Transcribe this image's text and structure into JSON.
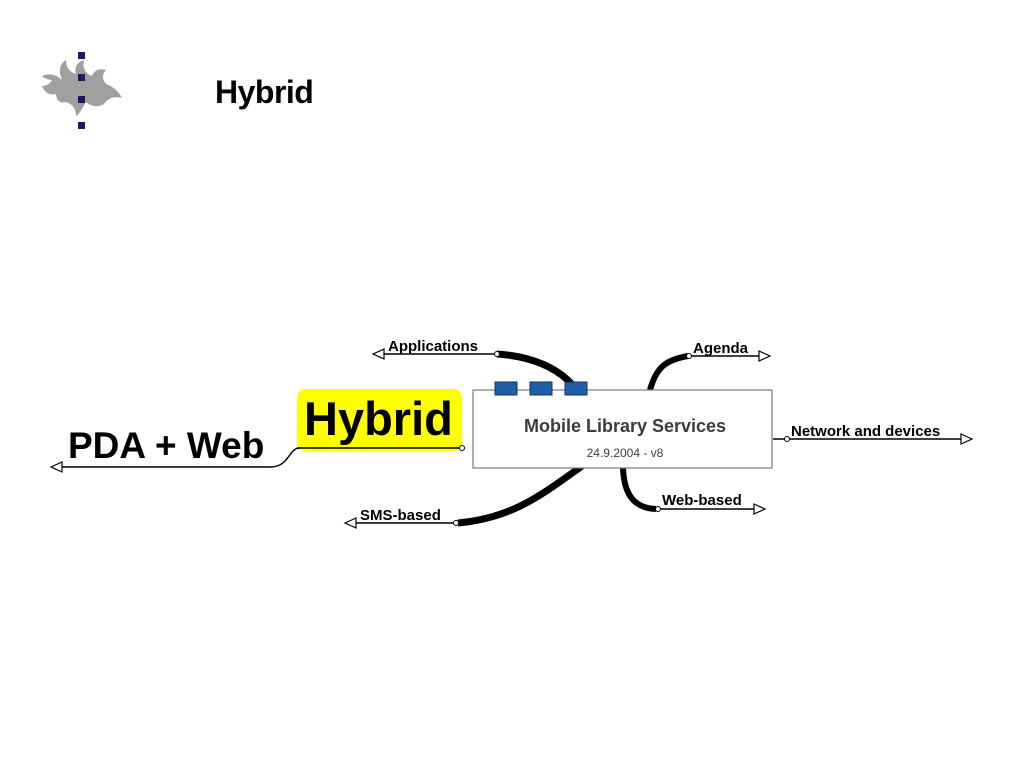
{
  "slide": {
    "title": "Hybrid"
  },
  "logo": {
    "icon": "flame-logo-icon",
    "colors": {
      "flame": "#a0a0a0",
      "dots": "#1a1a5e"
    }
  },
  "mindmap": {
    "central": {
      "title": "Mobile Library Services",
      "subtitle": "24.9.2004 - v8"
    },
    "branches": {
      "applications": "Applications",
      "agenda": "Agenda",
      "network": "Network and devices",
      "sms": "SMS-based",
      "web": "Web-based"
    },
    "hybrid": {
      "label": "Hybrid",
      "highlight_color": "#ffff00"
    },
    "pda_web": {
      "label": "PDA + Web"
    },
    "accent_color": "#1f5fa8"
  }
}
